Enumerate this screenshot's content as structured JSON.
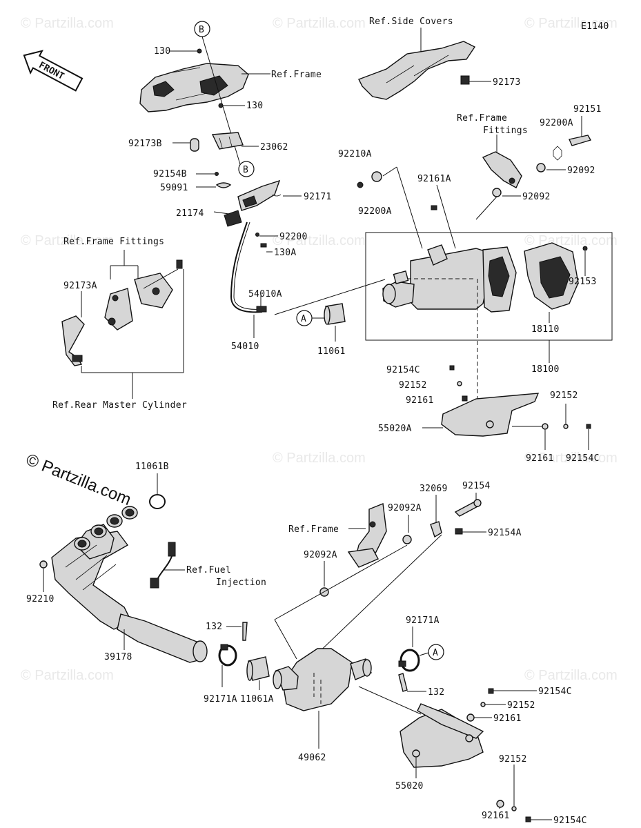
{
  "diagram_code": "E1140",
  "front_label": "FRONT",
  "copyright": "© Partzilla.com",
  "watermark": "© Partzilla.com",
  "callouts": {
    "A": "A",
    "B": "B"
  },
  "parts": {
    "p130": "130",
    "p130b": "130",
    "p130A": "130A",
    "p132a": "132",
    "p132b": "132",
    "p11061": "11061",
    "p11061A": "11061A",
    "p11061B": "11061B",
    "p18100": "18100",
    "p18110": "18110",
    "p21174": "21174",
    "p23062": "23062",
    "p32069": "32069",
    "p39178": "39178",
    "p49062": "49062",
    "p54010": "54010",
    "p54010A": "54010A",
    "p55020": "55020",
    "p55020A": "55020A",
    "p59091": "59091",
    "p92092a": "92092",
    "p92092b": "92092",
    "p92092A1": "92092A",
    "p92092A2": "92092A",
    "p92151": "92151",
    "p92152a": "92152",
    "p92152b": "92152",
    "p92152c": "92152",
    "p92152d": "92152",
    "p92153": "92153",
    "p92154": "92154",
    "p92154A": "92154A",
    "p92154B": "92154B",
    "p92154Ca": "92154C",
    "p92154Cb": "92154C",
    "p92154Cc": "92154C",
    "p92154Cd": "92154C",
    "p92161a": "92161",
    "p92161b": "92161",
    "p92161c": "92161",
    "p92161d": "92161",
    "p92161A": "92161A",
    "p92171": "92171",
    "p92171Aa": "92171A",
    "p92171Ab": "92171A",
    "p92173": "92173",
    "p92173A": "92173A",
    "p92173B": "92173B",
    "p92200": "92200",
    "p92200A1": "92200A",
    "p92200A2": "92200A",
    "p92210": "92210",
    "p92210A": "92210A"
  },
  "refs": {
    "side_covers": "Ref.Side Covers",
    "frame_top": "Ref.Frame",
    "frame_fittings_right_1": "Ref.Frame",
    "frame_fittings_right_2": "Fittings",
    "frame_fittings_left": "Ref.Frame Fittings",
    "rear_master_cylinder": "Ref.Rear Master Cylinder",
    "fuel_injection_1": "Ref.Fuel",
    "fuel_injection_2": "Injection",
    "frame_mid": "Ref.Frame"
  }
}
